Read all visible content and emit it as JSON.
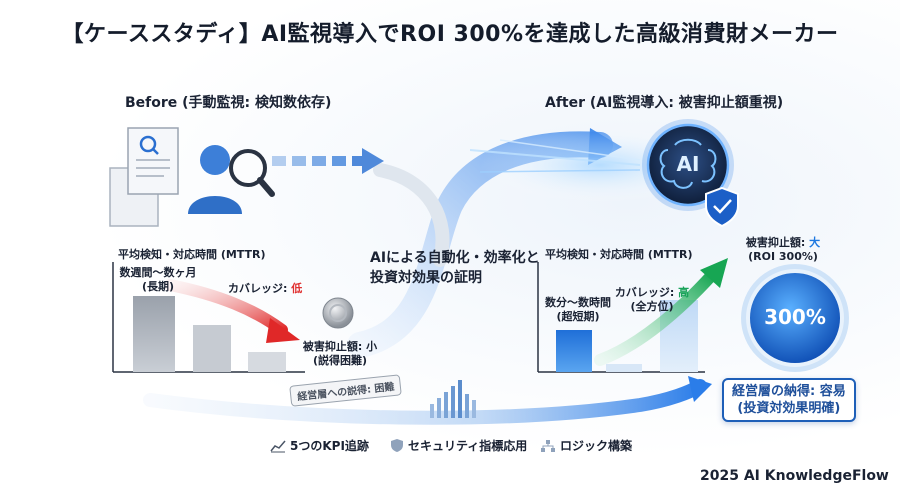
{
  "title": "【ケーススタディ】AI監視導入でROI 300%を達成した高級消費財メーカー",
  "before": {
    "heading": "Before (手動監視: 検知数依存)",
    "chart_title": "平均検知・対応時間 (MTTR)",
    "mttr_label": "数週間〜数ヶ月",
    "mttr_sub": "(長期)",
    "coverage_label": "カバレッジ: ",
    "coverage_value": "低",
    "damage_label": "被害抑止額: 小",
    "damage_sub": "(説得困難)",
    "mgmt_badge": "経営層への説得: 困難"
  },
  "middle": {
    "line1": "AIによる自動化・効率化と",
    "line2": "投資対効果の証明"
  },
  "after": {
    "heading": "After (AI監視導入: 被害抑止額重視)",
    "chart_title": "平均検知・対応時間 (MTTR)",
    "mttr_label": "数分〜数時間",
    "mttr_sub": "(超短期)",
    "coverage_label": "カバレッジ: ",
    "coverage_value": "高",
    "coverage_sub": "(全方位)",
    "damage_label": "被害抑止額: ",
    "damage_value": "大",
    "damage_sub": "(ROI 300%)",
    "roi_value": "300%",
    "ai_text": "AI",
    "mgmt_line1": "経営層の納得: 容易",
    "mgmt_line2": "(投資対効果明確)"
  },
  "footer": {
    "item1": "5つのKPI追跡",
    "item2": "セキュリティ指標応用",
    "item3": "ロジック構築"
  },
  "brand": "2025 AI KnowledgeFlow",
  "colors": {
    "accent_blue": "#1e78e0",
    "low_red": "#e03030",
    "high_green": "#1aa35a"
  }
}
